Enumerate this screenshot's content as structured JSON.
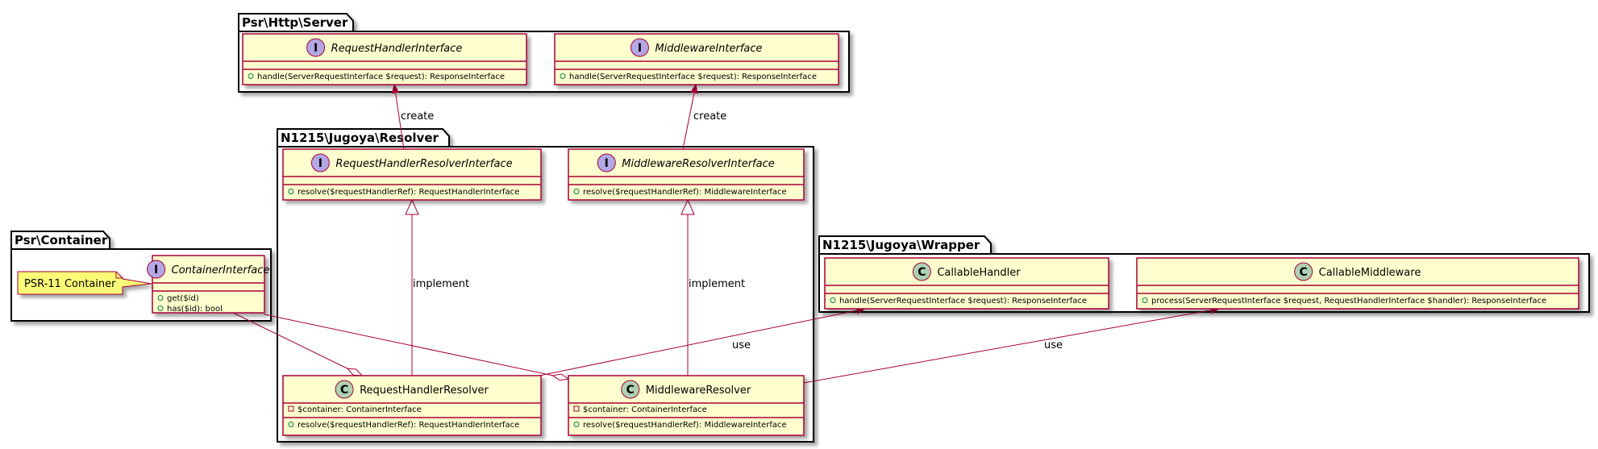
{
  "colors": {
    "class_fill": "#FEFECE",
    "class_border": "#A80036",
    "interface_badge": "#B4A7E5",
    "class_badge": "#ADD1B2",
    "note_fill": "#FBFB77",
    "line": "#A80036",
    "package_border": "#000000"
  },
  "packages": [
    {
      "id": "psr-http-server",
      "title": "Psr\\Http\\Server"
    },
    {
      "id": "resolver",
      "title": "N1215\\Jugoya\\Resolver"
    },
    {
      "id": "psr-container",
      "title": "Psr\\Container"
    },
    {
      "id": "wrapper",
      "title": "N1215\\Jugoya\\Wrapper"
    }
  ],
  "classes": [
    {
      "id": "request-handler-interface",
      "kind": "interface",
      "badge": "I",
      "name": "RequestHandlerInterface",
      "fields": [],
      "methods": [
        "handle(ServerRequestInterface $request): ResponseInterface"
      ]
    },
    {
      "id": "middleware-interface",
      "kind": "interface",
      "badge": "I",
      "name": "MiddlewareInterface",
      "fields": [],
      "methods": [
        "handle(ServerRequestInterface $request): ResponseInterface"
      ]
    },
    {
      "id": "request-handler-resolver-interface",
      "kind": "interface",
      "badge": "I",
      "name": "RequestHandlerResolverInterface",
      "fields": [],
      "methods": [
        "resolve($requestHandlerRef): RequestHandlerInterface"
      ]
    },
    {
      "id": "middleware-resolver-interface",
      "kind": "interface",
      "badge": "I",
      "name": "MiddlewareResolverInterface",
      "fields": [],
      "methods": [
        "resolve($requestHandlerRef): MiddlewareInterface"
      ]
    },
    {
      "id": "container-interface",
      "kind": "interface",
      "badge": "I",
      "name": "ContainerInterface",
      "fields": [],
      "methods": [
        "get($id)",
        "has($id): bool"
      ]
    },
    {
      "id": "callable-handler",
      "kind": "class",
      "badge": "C",
      "name": "CallableHandler",
      "fields": [],
      "methods": [
        "handle(ServerRequestInterface $request): ResponseInterface"
      ]
    },
    {
      "id": "callable-middleware",
      "kind": "class",
      "badge": "C",
      "name": "CallableMiddleware",
      "fields": [],
      "methods": [
        "process(ServerRequestInterface $request, RequestHandlerInterface $handler): ResponseInterface"
      ]
    },
    {
      "id": "request-handler-resolver",
      "kind": "class",
      "badge": "C",
      "name": "RequestHandlerResolver",
      "fields": [
        "$container: ContainerInterface"
      ],
      "methods": [
        "resolve($requestHandlerRef): RequestHandlerInterface"
      ]
    },
    {
      "id": "middleware-resolver",
      "kind": "class",
      "badge": "C",
      "name": "MiddlewareResolver",
      "fields": [
        "$container: ContainerInterface"
      ],
      "methods": [
        "resolve($requestHandlerRef): MiddlewareInterface"
      ]
    }
  ],
  "note": {
    "id": "psr11-note",
    "text": "PSR-11 Container"
  },
  "relations": [
    {
      "id": "rel-create-handler",
      "type": "dependency",
      "label": "create"
    },
    {
      "id": "rel-create-middleware",
      "type": "dependency",
      "label": "create"
    },
    {
      "id": "rel-implement-handler",
      "type": "realization",
      "label": "implement"
    },
    {
      "id": "rel-implement-middleware",
      "type": "realization",
      "label": "implement"
    },
    {
      "id": "rel-use-handler",
      "type": "dependency",
      "label": "use"
    },
    {
      "id": "rel-use-middleware",
      "type": "dependency",
      "label": "use"
    },
    {
      "id": "rel-aggregation-handler-resolver",
      "type": "aggregation",
      "label": ""
    },
    {
      "id": "rel-aggregation-middleware-resolver",
      "type": "aggregation",
      "label": ""
    }
  ]
}
